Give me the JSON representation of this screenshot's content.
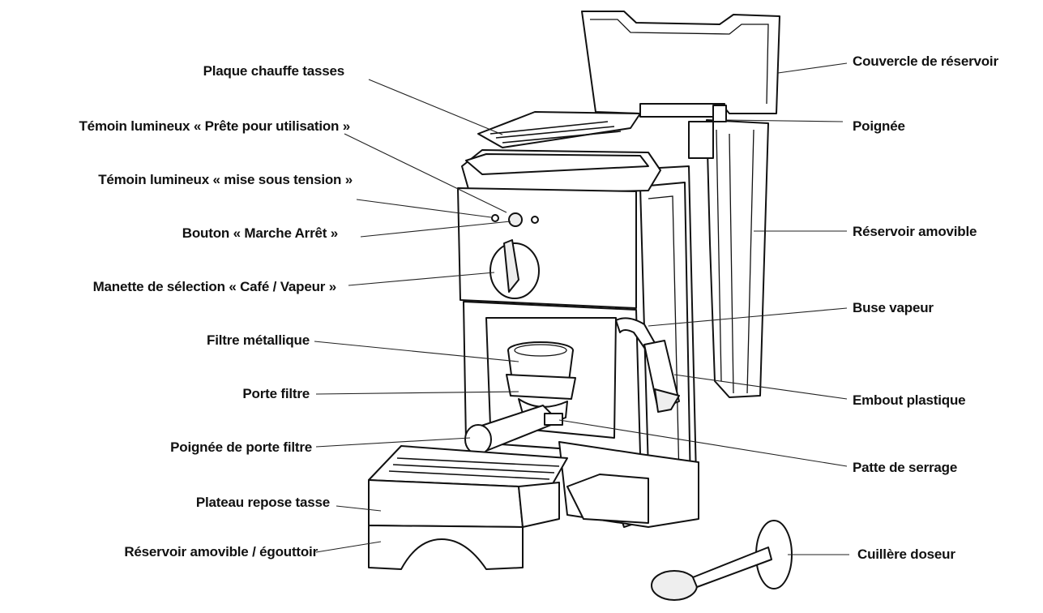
{
  "labels": {
    "plaque_chauffe_tasses": "Plaque chauffe tasses",
    "temoin_prete": "Témoin lumineux « Prête pour utilisation »",
    "temoin_tension": "Témoin lumineux  « mise sous tension »",
    "bouton_marche": "Bouton « Marche Arrêt »",
    "manette_selection": "Manette de sélection « Café / Vapeur »",
    "filtre_metallique": "Filtre métallique",
    "porte_filtre": "Porte filtre",
    "poignee_porte_filtre": "Poignée de porte filtre",
    "plateau_repose_tasse": "Plateau  repose tasse",
    "reservoir_egouttoir": "Réservoir amovible / égouttoir",
    "couvercle_reservoir": "Couvercle de réservoir",
    "poignee": "Poignée",
    "reservoir_amovible": "Réservoir amovible",
    "buse_vapeur": "Buse vapeur",
    "embout_plastique": "Embout plastique",
    "patte_serrage": "Patte de serrage",
    "cuillere_doseur": "Cuillère doseur"
  }
}
